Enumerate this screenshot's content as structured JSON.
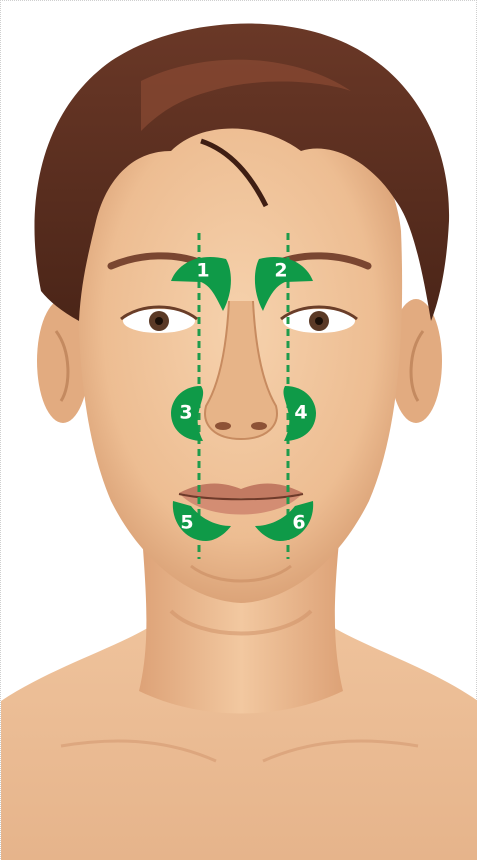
{
  "colors": {
    "skin": "#f0c29a",
    "skin_shadow": "#d99e74",
    "hair": "#5a2f1f",
    "hair_highlight": "#8a4a33",
    "lips": "#c98067",
    "marker_green": "#0f9a48",
    "marker_dark": "#0a6b32",
    "guide_line": "#1f9b4c",
    "label_text": "#ffffff",
    "background": "#ffffff"
  },
  "illustration": {
    "subject": "front-view-male-face",
    "guide_lines": [
      "left-vertical-guide",
      "right-vertical-guide"
    ]
  },
  "points": [
    {
      "label": "1",
      "side": "left",
      "region": "brow"
    },
    {
      "label": "2",
      "side": "right",
      "region": "brow"
    },
    {
      "label": "3",
      "side": "left",
      "region": "nose"
    },
    {
      "label": "4",
      "side": "right",
      "region": "nose"
    },
    {
      "label": "5",
      "side": "left",
      "region": "mouth"
    },
    {
      "label": "6",
      "side": "right",
      "region": "mouth"
    }
  ]
}
